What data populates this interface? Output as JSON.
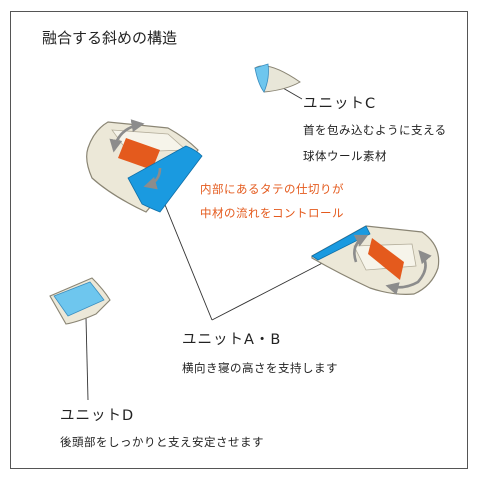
{
  "title": "融合する斜めの構造",
  "units": {
    "c": {
      "name": "ユニットC",
      "desc": [
        "首を包み込むように支える",
        "球体ウール素材"
      ]
    },
    "ab": {
      "name": "ユニットA・B",
      "desc": "横向き寝の高さを支持します"
    },
    "d": {
      "name": "ユニットD",
      "desc": "後頭部をしっかりと支え安定させます"
    }
  },
  "callout": [
    "内部にあるタテの仕切りが",
    "中材の流れをコントロール"
  ],
  "colors": {
    "accent_orange": "#e45a1d",
    "accent_blue": "#1a9ae0",
    "light_blue": "#6ec6ee",
    "pillow_fill": "#ece8d8",
    "pillow_stroke": "#8a8574",
    "arrow_gray": "#8c8c8c",
    "line": "#333333"
  }
}
